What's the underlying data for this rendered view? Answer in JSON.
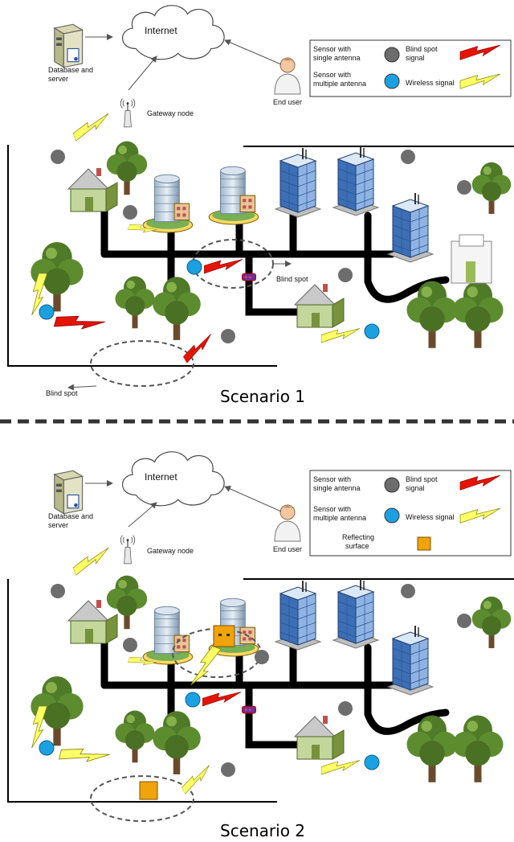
{
  "scenario1": {
    "internet": "Internet",
    "db_line1": "Database and",
    "db_line2": "server",
    "gateway": "Gateway node",
    "end_user": "End user",
    "legend": {
      "single_line1": "Sensor with",
      "single_line2": "single antenna",
      "multi_line1": "Sensor with",
      "multi_line2": "multiple antenna",
      "blind_line1": "Blind spot",
      "blind_line2": "signal",
      "wireless": "Wireless signal"
    },
    "blind_spot_a": "Blind spot",
    "blind_spot_b": "Blind spot",
    "caption": "Scenario 1"
  },
  "scenario2": {
    "internet": "Internet",
    "db_line1": "Database and",
    "db_line2": "server",
    "gateway": "Gateway node",
    "end_user": "End user",
    "legend": {
      "single_line1": "Sensor with",
      "single_line2": "single antenna",
      "multi_line1": "Sensor with",
      "multi_line2": "multiple antenna",
      "blind_line1": "Blind spot",
      "blind_line2": "signal",
      "wireless": "Wireless signal",
      "reflect_line1": "Reflecting",
      "reflect_line2": "surface"
    },
    "caption": "Scenario 2"
  },
  "colors": {
    "grey_sensor": "#6d6d6d",
    "blue_sensor": "#1ba1e2",
    "reflector": "#f0a30a",
    "blind_signal": "#e51400",
    "wireless_signal": "#ffff66",
    "tree": "#4f7a28",
    "house": "#9bbb59",
    "road": "#000000"
  }
}
